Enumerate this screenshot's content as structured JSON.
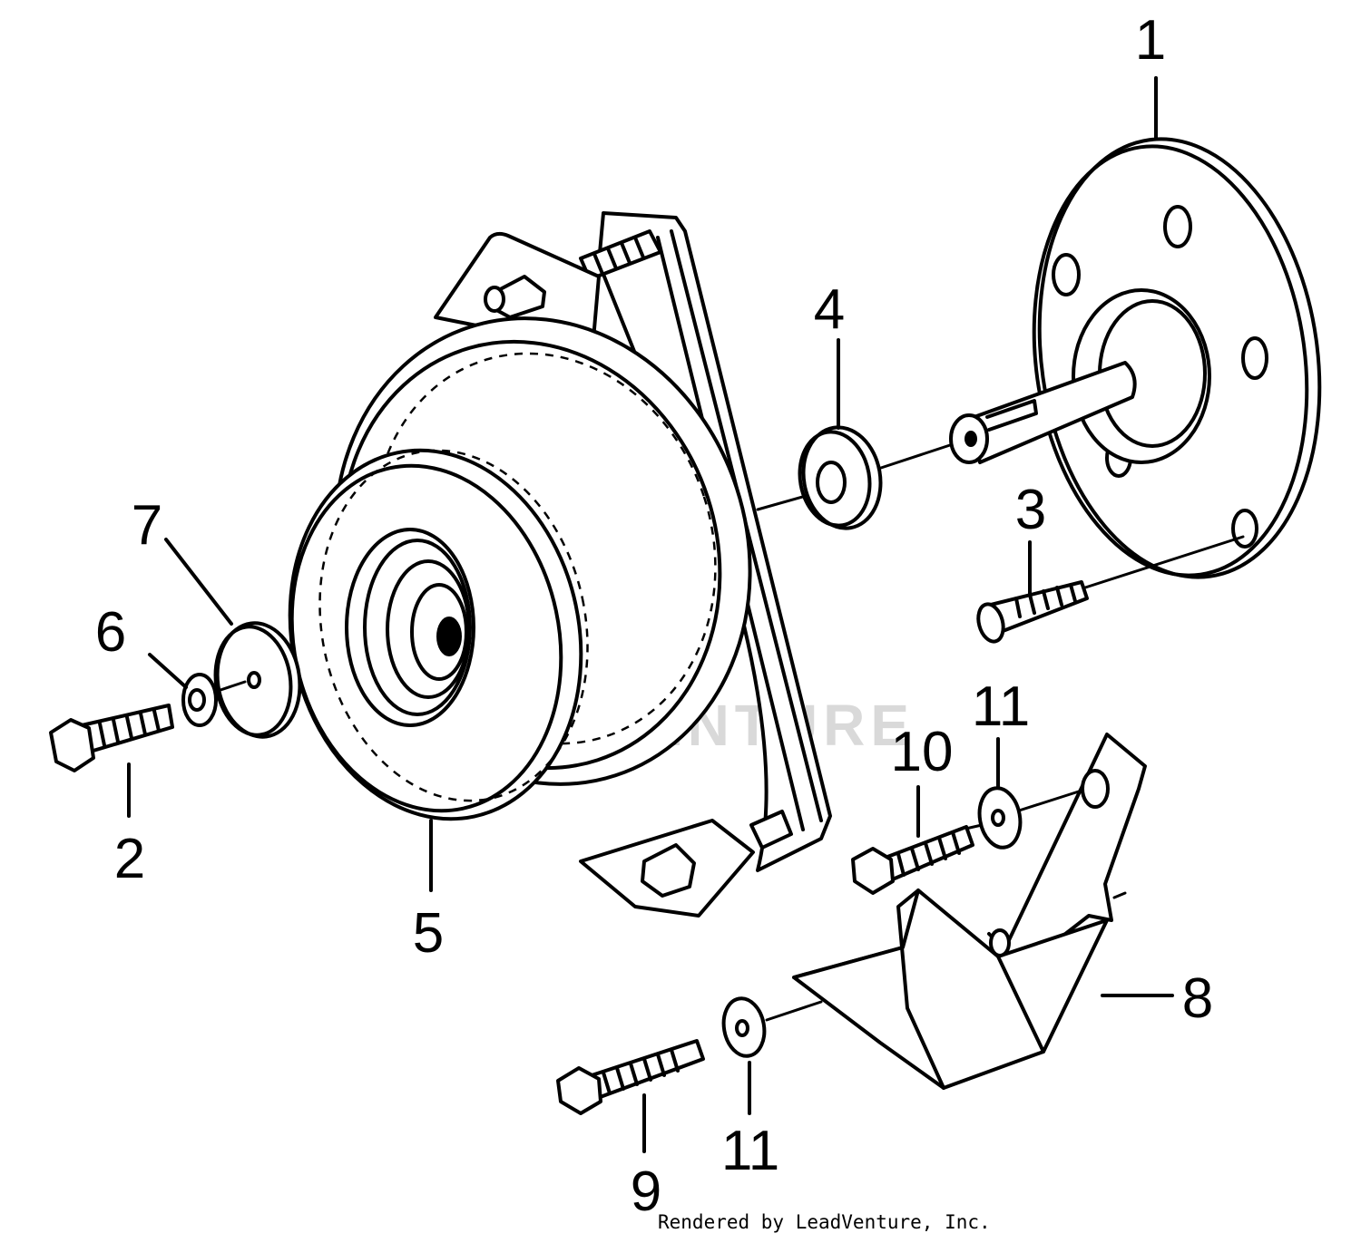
{
  "diagram": {
    "callouts": [
      {
        "id": "1",
        "label": "1"
      },
      {
        "id": "2",
        "label": "2"
      },
      {
        "id": "3",
        "label": "3"
      },
      {
        "id": "4",
        "label": "4"
      },
      {
        "id": "5",
        "label": "5"
      },
      {
        "id": "6",
        "label": "6"
      },
      {
        "id": "7",
        "label": "7"
      },
      {
        "id": "8",
        "label": "8"
      },
      {
        "id": "9",
        "label": "9"
      },
      {
        "id": "10",
        "label": "10"
      },
      {
        "id": "11a",
        "label": "11"
      },
      {
        "id": "11b",
        "label": "11"
      }
    ],
    "watermark": "LEADVENTURE",
    "credit": "Rendered by LeadVenture, Inc."
  }
}
